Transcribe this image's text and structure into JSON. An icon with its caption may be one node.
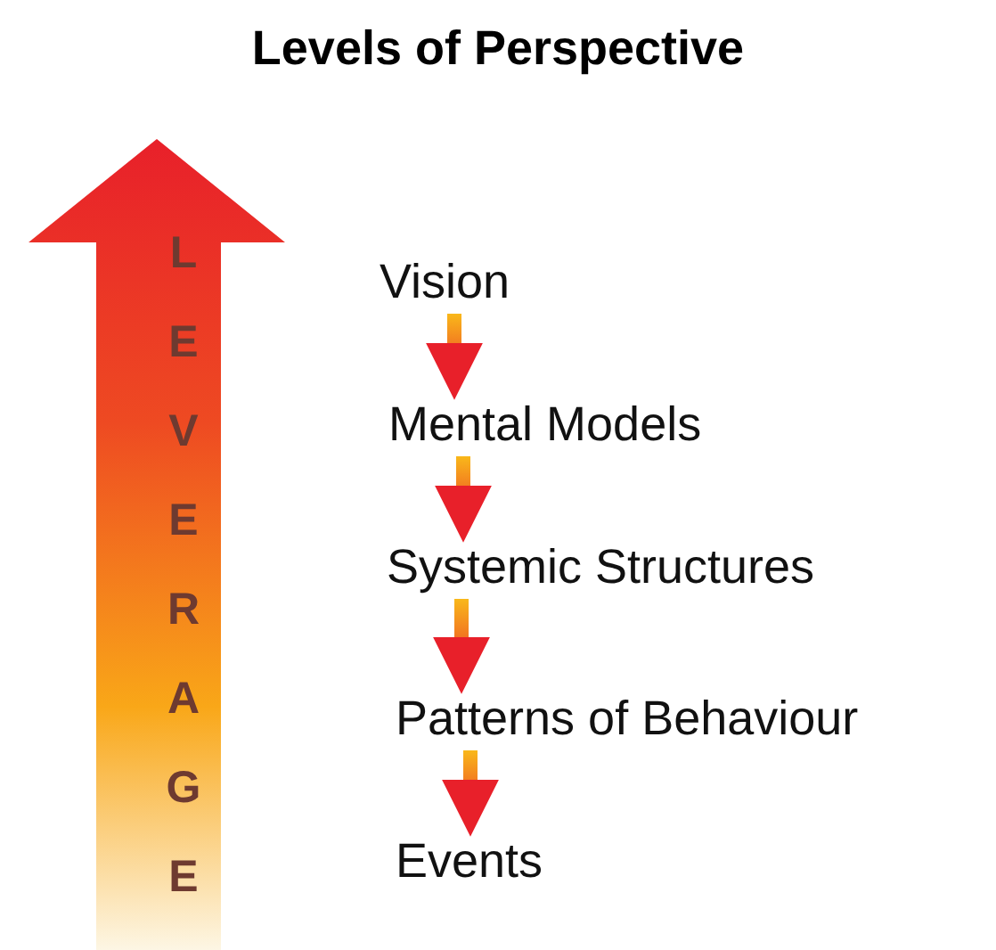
{
  "diagram": {
    "title": "Levels of Perspective",
    "nodes": [
      {
        "text": [
          "Vision"
        ]
      },
      {
        "text": [
          "Mental Models"
        ]
      },
      {
        "text": [
          "Systemic Structures"
        ]
      },
      {
        "text": [
          "Patterns of Behaviour"
        ]
      },
      {
        "text": [
          "Events"
        ]
      }
    ],
    "edges": [
      {
        "from": 0,
        "to": 1,
        "arrow": "to"
      },
      {
        "from": 1,
        "to": 2,
        "arrow": "to"
      },
      {
        "from": 2,
        "to": 3,
        "arrow": "to"
      },
      {
        "from": 3,
        "to": 4,
        "arrow": "to"
      }
    ],
    "labels": [
      "LEVERAGE"
    ]
  }
}
